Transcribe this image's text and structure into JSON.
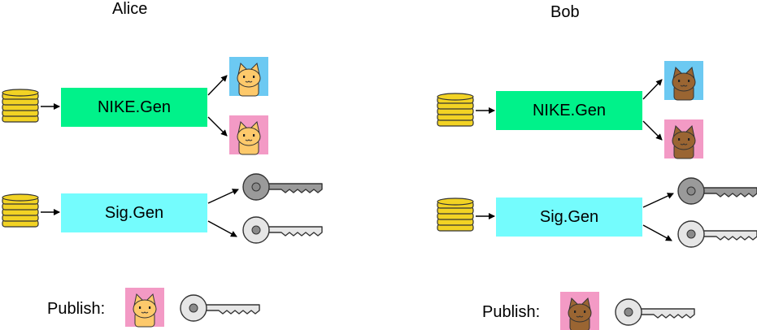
{
  "parties": [
    {
      "name": "Alice",
      "nike_label": "NIKE.Gen",
      "sig_label": "Sig.Gen",
      "publish_label": "Publish:",
      "cat_color": "#FDC96B",
      "secret_bg": "#6CC9F2",
      "public_bg": "#F39AC5",
      "secret_key_color": "#9A9A9A",
      "public_key_color": "#E6E6E6"
    },
    {
      "name": "Bob",
      "nike_label": "NIKE.Gen",
      "sig_label": "Sig.Gen",
      "publish_label": "Publish:",
      "cat_color": "#9A6532",
      "secret_bg": "#6CC9F2",
      "public_bg": "#F39AC5",
      "secret_key_color": "#9A9A9A",
      "public_key_color": "#E6E6E6"
    }
  ],
  "colors": {
    "nike_box": "#00F28A",
    "sig_box": "#74FCFD",
    "coin": "#F2D324",
    "coin_edge": "#333333"
  },
  "icons": {
    "randomness": "coin-stack-icon",
    "nike_key": "cat-icon",
    "sig_key": "key-icon"
  }
}
